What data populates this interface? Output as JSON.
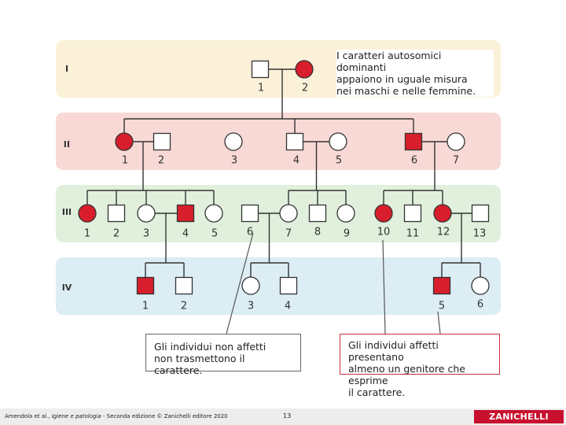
{
  "colors": {
    "affected": "#d81e2c",
    "unaffected": "#ffffff",
    "outline": "#333333",
    "gen_bands": [
      "#fbf1d9",
      "#f8d9d5",
      "#e0f0dc",
      "#dcedf4"
    ],
    "callout_border_right": "#c9303e",
    "callout_border_left": "#666666"
  },
  "generations": [
    "I",
    "II",
    "III",
    "IV"
  ],
  "pedigree": {
    "individuals": [
      {
        "id": "I-1",
        "label": "1",
        "sex": "male",
        "affected": false
      },
      {
        "id": "I-2",
        "label": "2",
        "sex": "female",
        "affected": true
      },
      {
        "id": "II-1",
        "label": "1",
        "sex": "female",
        "affected": true
      },
      {
        "id": "II-2",
        "label": "2",
        "sex": "male",
        "affected": false
      },
      {
        "id": "II-3",
        "label": "3",
        "sex": "female",
        "affected": false
      },
      {
        "id": "II-4",
        "label": "4",
        "sex": "male",
        "affected": false
      },
      {
        "id": "II-5",
        "label": "5",
        "sex": "female",
        "affected": false
      },
      {
        "id": "II-6",
        "label": "6",
        "sex": "male",
        "affected": true
      },
      {
        "id": "II-7",
        "label": "7",
        "sex": "female",
        "affected": false
      },
      {
        "id": "III-1",
        "label": "1",
        "sex": "female",
        "affected": true
      },
      {
        "id": "III-2",
        "label": "2",
        "sex": "male",
        "affected": false
      },
      {
        "id": "III-3",
        "label": "3",
        "sex": "female",
        "affected": false
      },
      {
        "id": "III-4",
        "label": "4",
        "sex": "male",
        "affected": true
      },
      {
        "id": "III-5",
        "label": "5",
        "sex": "female",
        "affected": false
      },
      {
        "id": "III-6",
        "label": "6",
        "sex": "male",
        "affected": false
      },
      {
        "id": "III-7",
        "label": "7",
        "sex": "female",
        "affected": false
      },
      {
        "id": "III-8",
        "label": "8",
        "sex": "male",
        "affected": false
      },
      {
        "id": "III-9",
        "label": "9",
        "sex": "female",
        "affected": false
      },
      {
        "id": "III-10",
        "label": "10",
        "sex": "female",
        "affected": true
      },
      {
        "id": "III-11",
        "label": "11",
        "sex": "male",
        "affected": false
      },
      {
        "id": "III-12",
        "label": "12",
        "sex": "female",
        "affected": true
      },
      {
        "id": "III-13",
        "label": "13",
        "sex": "male",
        "affected": false
      },
      {
        "id": "IV-1",
        "label": "1",
        "sex": "male",
        "affected": true
      },
      {
        "id": "IV-2",
        "label": "2",
        "sex": "male",
        "affected": false
      },
      {
        "id": "IV-3",
        "label": "3",
        "sex": "female",
        "affected": false
      },
      {
        "id": "IV-4",
        "label": "4",
        "sex": "male",
        "affected": false
      },
      {
        "id": "IV-5",
        "label": "5",
        "sex": "male",
        "affected": true
      },
      {
        "id": "IV-6",
        "label": "6",
        "sex": "female",
        "affected": false
      }
    ],
    "couples": [
      {
        "partners": [
          "I-1",
          "I-2"
        ],
        "children": [
          "II-1",
          "II-4",
          "II-6"
        ]
      },
      {
        "partners": [
          "II-1",
          "II-2"
        ],
        "children": [
          "III-1",
          "III-2",
          "III-3",
          "III-4",
          "III-5"
        ]
      },
      {
        "partners": [
          "II-4",
          "II-5"
        ],
        "children": [
          "III-7",
          "III-8",
          "III-9"
        ]
      },
      {
        "partners": [
          "II-6",
          "II-7"
        ],
        "children": [
          "III-10",
          "III-11",
          "III-12"
        ]
      },
      {
        "partners": [
          "III-3",
          "III-4"
        ],
        "children": [
          "IV-1",
          "IV-2"
        ]
      },
      {
        "partners": [
          "III-6",
          "III-7"
        ],
        "children": [
          "IV-3",
          "IV-4"
        ]
      },
      {
        "partners": [
          "III-12",
          "III-13"
        ],
        "children": [
          "IV-5",
          "IV-6"
        ]
      }
    ]
  },
  "notes": {
    "top": "I caratteri autosomici dominanti\nappaiono in uguale misura\nnei maschi e nelle femmine.",
    "left": "Gli individui non affetti\nnon trasmettono il carattere.",
    "right": "Gli individui affetti presentano\nalmeno un genitore che esprime\nil carattere."
  },
  "footer": {
    "authors": "Amendola et al.,",
    "book_title": "Igiene e patologia",
    "edition": "- Seconda edizione © Zanichelli editore 2020",
    "page": "13",
    "publisher": "ZANICHELLI"
  }
}
